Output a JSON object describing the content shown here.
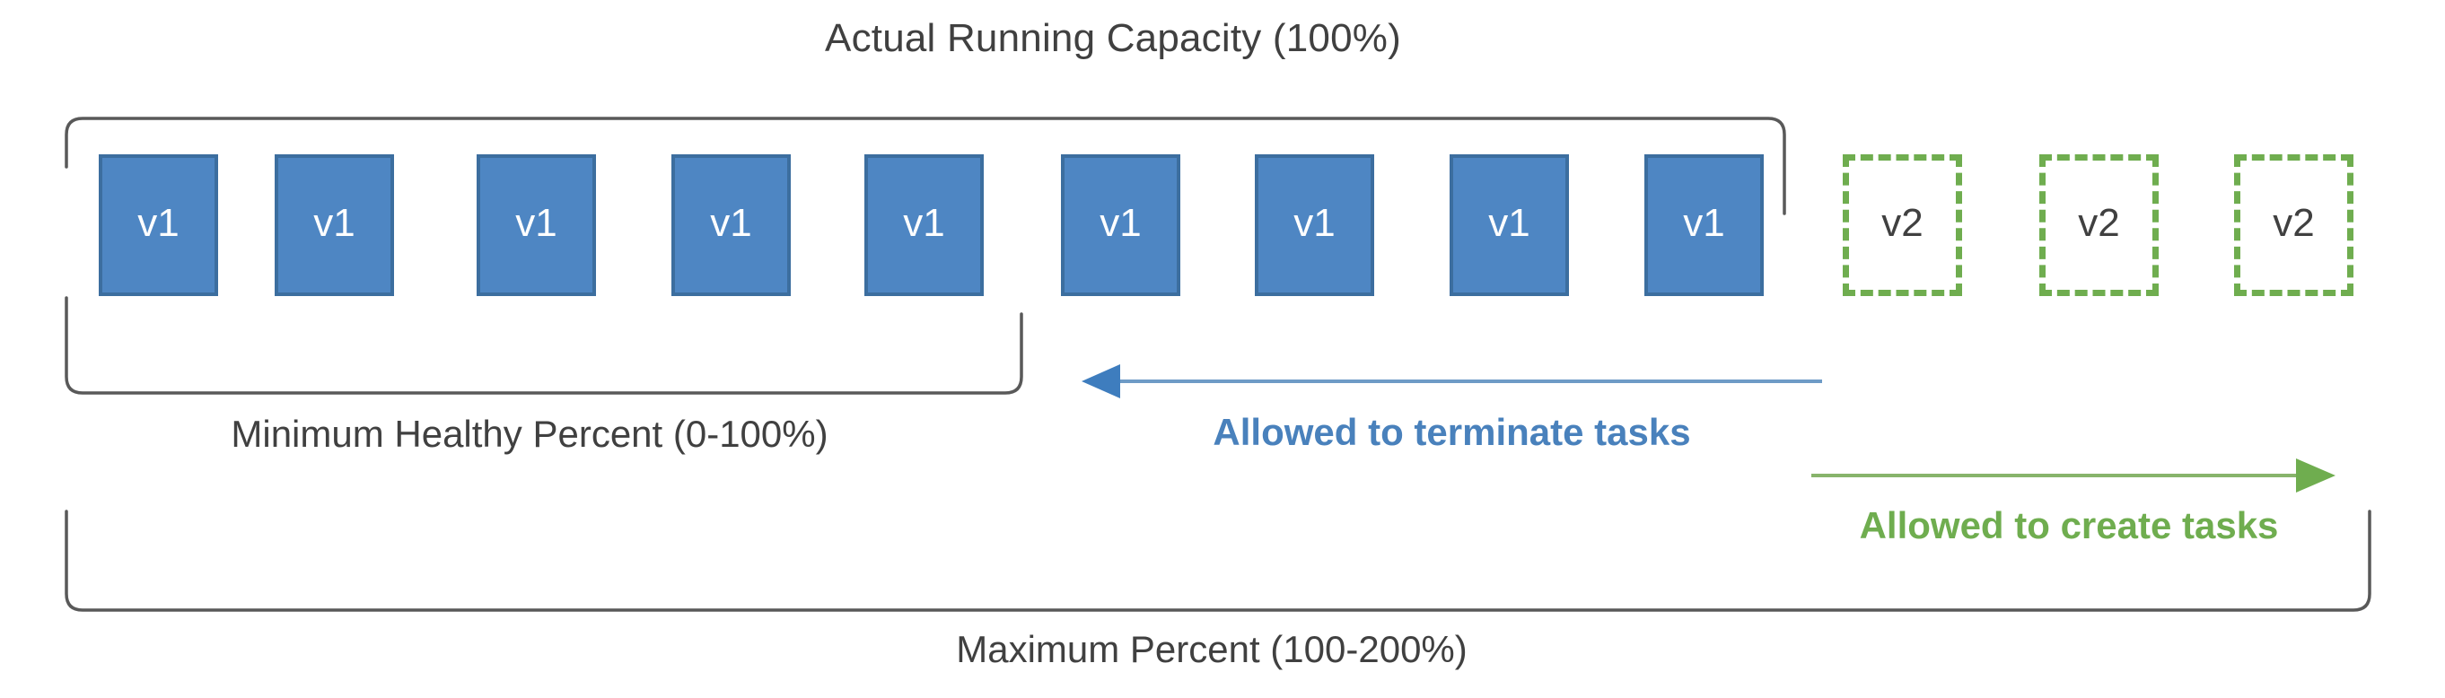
{
  "diagram": {
    "title": "Actual Running Capacity (100%)",
    "labels": {
      "min_healthy": "Minimum Healthy Percent (0-100%)",
      "max_percent": "Maximum Percent (100-200%)",
      "terminate": "Allowed to terminate tasks",
      "create": "Allowed to create tasks"
    },
    "colors": {
      "task_v1_fill": "#4E86C3",
      "task_v1_border": "#3C6E9F",
      "task_v1_text": "#FFFFFF",
      "task_v2_border": "#6FAD4F",
      "task_v2_text": "#404040",
      "bracket_stroke": "#595959",
      "terminate_arrow": "#4981BC",
      "create_arrow": "#6FAD4F",
      "caption_text": "#404040"
    },
    "tasks": [
      {
        "label": "v1",
        "version": "v1",
        "state": "running"
      },
      {
        "label": "v1",
        "version": "v1",
        "state": "running"
      },
      {
        "label": "v1",
        "version": "v1",
        "state": "running"
      },
      {
        "label": "v1",
        "version": "v1",
        "state": "running"
      },
      {
        "label": "v1",
        "version": "v1",
        "state": "running"
      },
      {
        "label": "v1",
        "version": "v1",
        "state": "running"
      },
      {
        "label": "v1",
        "version": "v1",
        "state": "running"
      },
      {
        "label": "v1",
        "version": "v1",
        "state": "running"
      },
      {
        "label": "v1",
        "version": "v1",
        "state": "running"
      },
      {
        "label": "v2",
        "version": "v2",
        "state": "pending"
      },
      {
        "label": "v2",
        "version": "v2",
        "state": "pending"
      },
      {
        "label": "v2",
        "version": "v2",
        "state": "pending"
      }
    ],
    "counts": {
      "running_v1": 9,
      "pending_v2": 3,
      "within_min_healthy": 5
    },
    "arrows": {
      "terminate_direction": "left",
      "create_direction": "right"
    }
  }
}
